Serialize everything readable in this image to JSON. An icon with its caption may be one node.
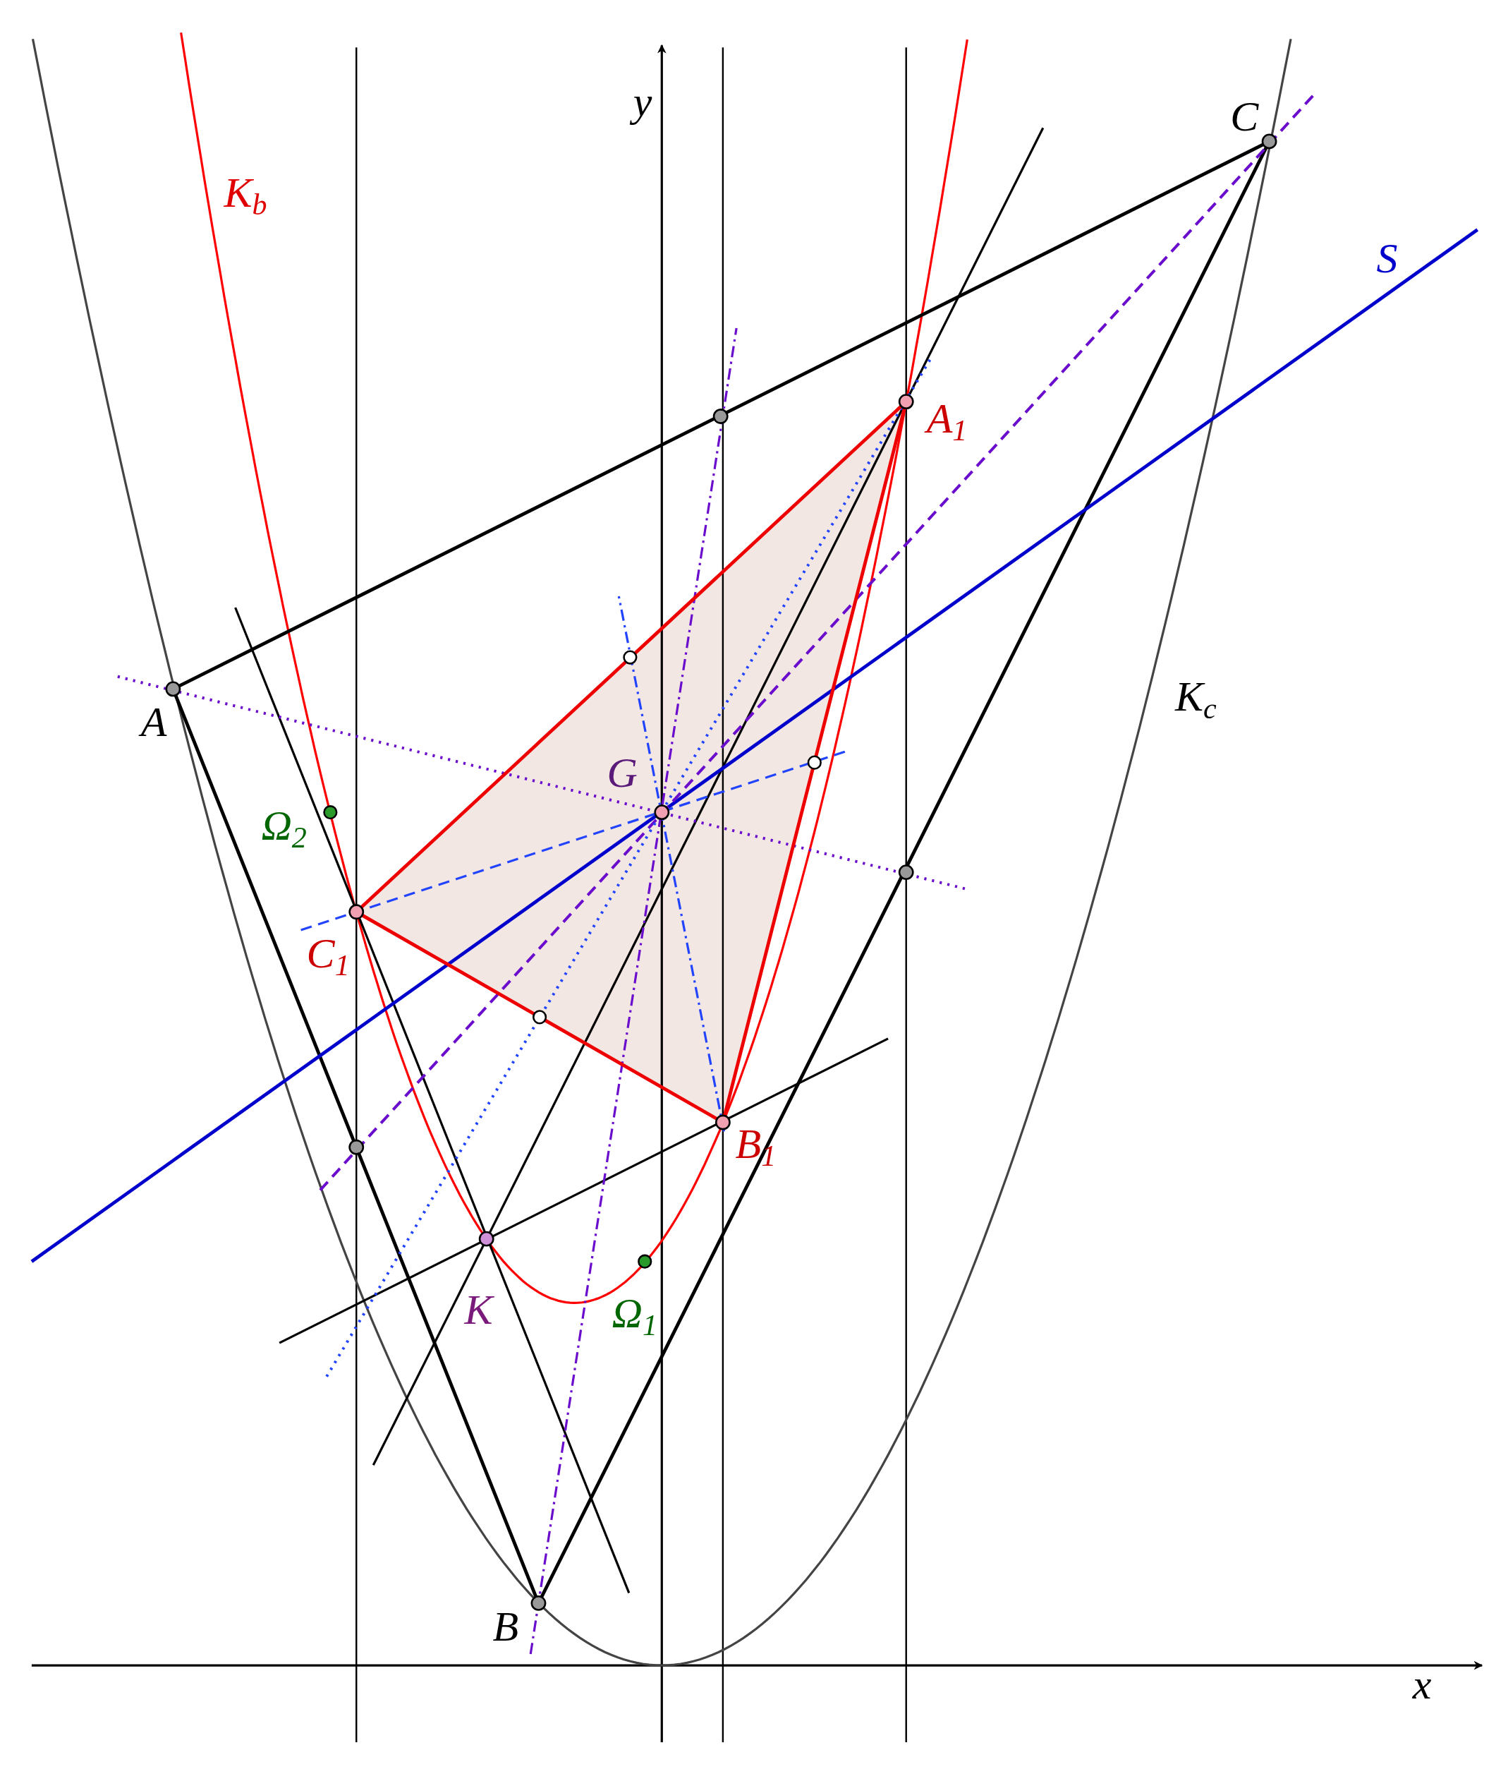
{
  "diagram": {
    "labels": [
      "y",
      "C",
      "K$_{b}$",
      "S",
      "A$_{1}$",
      "A",
      "K$_{c}$",
      "G",
      "Ω$_{2}$",
      "C$_{1}$",
      "B$_{1}$",
      "K",
      "Ω$_{1}$",
      "B",
      "x"
    ]
  }
}
